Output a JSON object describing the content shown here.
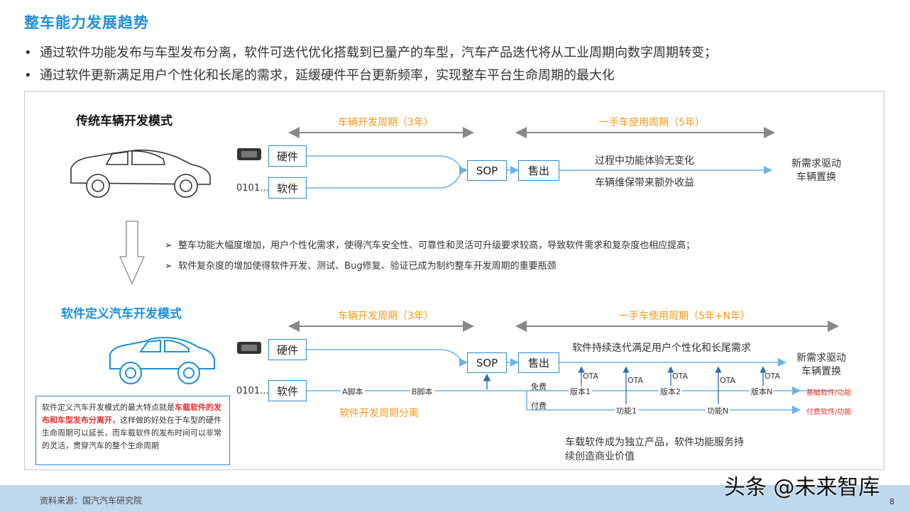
{
  "title": "整车能力发展趋势",
  "bullets": [
    "通过软件功能发布与车型发布分离，软件可迭代优化搭载到已量产的车型，汽车产品迭代将从工业周期向数字周期转变；",
    "通过软件更新满足用户个性化和长尾的需求，延缓硬件平台更新频率，实现整车平台生命周期的最大化"
  ],
  "bullet_marker": "•",
  "top": {
    "heading": "传统车辆开发模式",
    "dev_cycle": "车辆开发周期（3年）",
    "use_cycle": "一手车使用周期（5年）",
    "hardware": "硬件",
    "software": "软件",
    "binary": "0101...",
    "sop": "SOP",
    "sale": "售出",
    "note1": "过程中功能体验无变化",
    "note2": "车辆维保带来额外收益",
    "result": "新需求驱动\n车辆置换"
  },
  "middle_notes": [
    "整车功能大幅度增加，用户个性化需求，使得汽车安全性、可靠性和灵活可升级要求较高，导致软件需求和复杂度也相应提高；",
    "软件复杂度的增加使得软件开发、测试、Bug修复、验证已成为制约整车开发周期的重要瓶颈"
  ],
  "middle_marker": "➢",
  "bottom": {
    "heading": "软件定义汽车开发模式",
    "dev_cycle": "车辆开发周期（3年）",
    "use_cycle": "一手车使用周期（5年+N年）",
    "hardware": "硬件",
    "software": "软件",
    "binary": "0101...",
    "sop": "SOP",
    "sale": "售出",
    "continuous": "软件持续迭代满足用户个性化和长尾需求",
    "result": "新需求驱动\n车辆置换",
    "script_a": "A脚本",
    "script_b": "B脚本",
    "separation": "软件开发周期分离",
    "free": "免费",
    "paid": "付费",
    "ota": "OTA",
    "versions": [
      "版本1",
      "版本2",
      "版本N"
    ],
    "functions": [
      "功能1",
      "功能N"
    ],
    "free_software": "基础软件/功能",
    "paid_software": "付费软件/功能",
    "product_note": "车载软件成为独立产品，软件功能服务持\n续创造商业价值"
  },
  "note_box": {
    "pre": "软件定义汽车开发模式的最大特点就是",
    "highlight": "车载软件的发布和车型发布分离开",
    "post": "，这样做的好处在于车型的硬件生命周期可以延长，而车载软件的发布时间可以非常的灵活，贯穿汽车的整个生命周期"
  },
  "source": "资料来源：国汽汽车研究院",
  "page_number": "8",
  "watermark": "头条 @未来智库",
  "colors": {
    "accent": "#1e8fd8",
    "box_border": "#2d8bd6",
    "arrow": "#6ab3e8",
    "orange": "#f29a1f",
    "red": "#e53030",
    "footer": "#bed8ee"
  }
}
